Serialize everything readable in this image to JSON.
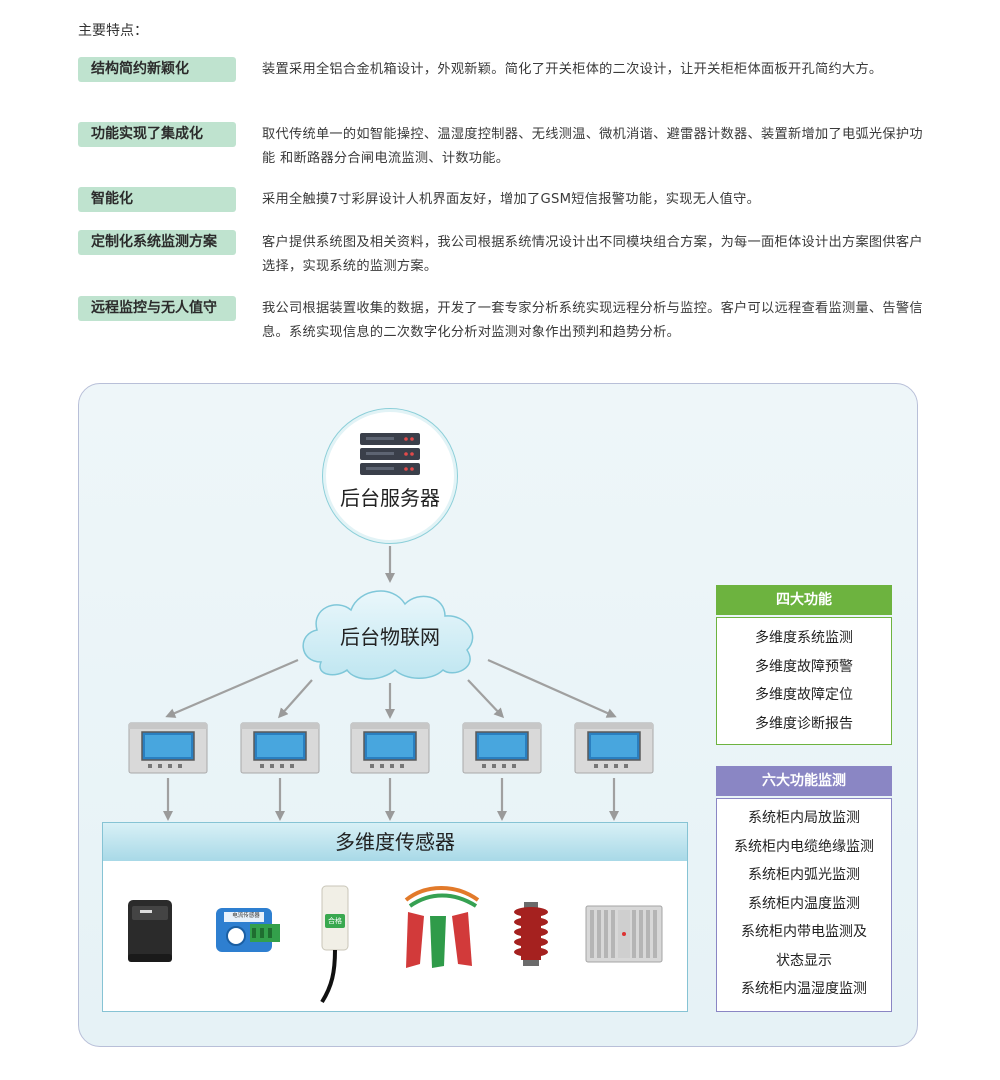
{
  "intro_title": "主要特点：",
  "features": [
    {
      "tag": "结构简约新颖化",
      "desc": "装置采用全铝合金机箱设计，外观新颖。简化了开关柜体的二次设计，让开关柜柜体面板开孔简约大方。"
    },
    {
      "tag": "功能实现了集成化",
      "desc": "取代传统单一的如智能操控、温湿度控制器、无线测温、微机消谐、避雷器计数器、装置新增加了电弧光保护功能 和断路器分合闸电流监测、计数功能。"
    },
    {
      "tag": "智能化",
      "desc": "采用全触摸7寸彩屏设计人机界面友好，增加了GSM短信报警功能，实现无人值守。"
    },
    {
      "tag": "定制化系统监测方案",
      "desc": "客户提供系统图及相关资料，我公司根据系统情况设计出不同模块组合方案，为每一面柜体设计出方案图供客户选择，实现系统的监测方案。"
    },
    {
      "tag": "远程监控与无人值守",
      "desc": "我公司根据装置收集的数据，开发了一套专家分析系统实现远程分析与监控。客户可以远程查看监测量、告警信息。系统实现信息的二次数字化分析对监测对象作出预判和趋势分析。"
    }
  ],
  "diagram": {
    "server_label": "后台服务器",
    "cloud_label": "后台物联网",
    "sensor_label": "多维度传感器",
    "sensor_tag_text": "合格",
    "ct_label": "电流传感器"
  },
  "four_functions": {
    "title": "四大功能",
    "items": [
      "多维度系统监测",
      "多维度故障预警",
      "多维度故障定位",
      "多维度诊断报告"
    ],
    "color": "#6db33f"
  },
  "six_functions": {
    "title": "六大功能监测",
    "items": [
      "系统柜内局放监测",
      "系统柜内电缆绝缘监测",
      "系统柜内弧光监测",
      "系统柜内温度监测",
      "系统柜内带电监测及",
      "状态显示",
      "系统柜内温湿度监测"
    ],
    "color": "#8a86c4"
  },
  "colors": {
    "feature_tag_bg": "#bfe3cf",
    "panel_border": "#b8bfd8",
    "sensor_bar": "#a8d9e7"
  }
}
